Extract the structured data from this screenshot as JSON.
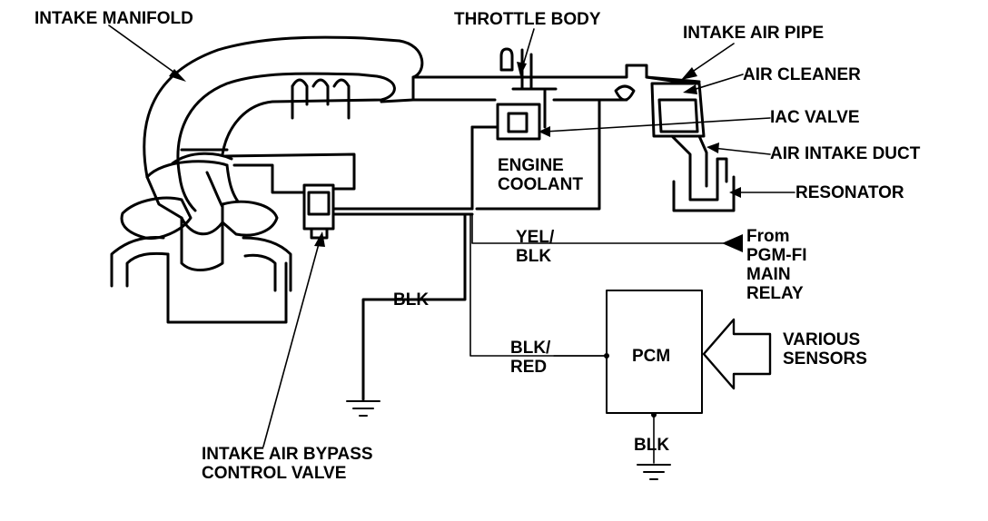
{
  "labels": {
    "intake_manifold": "INTAKE MANIFOLD",
    "throttle_body": "THROTTLE BODY",
    "intake_air_pipe": "INTAKE AIR PIPE",
    "air_cleaner": "AIR CLEANER",
    "iac_valve": "IAC VALVE",
    "air_intake_duct": "AIR INTAKE DUCT",
    "resonator": "RESONATOR",
    "engine_coolant": [
      "ENGINE",
      "COOLANT"
    ],
    "yel_blk": [
      "YEL/",
      "BLK"
    ],
    "from_relay": [
      "From",
      "PGM-FI",
      "MAIN",
      "RELAY"
    ],
    "blk_left": "BLK",
    "blk_red": [
      "BLK/",
      "RED"
    ],
    "pcm": "PCM",
    "various_sensors": [
      "VARIOUS",
      "SENSORS"
    ],
    "blk_bottom": "BLK",
    "bypass_valve": [
      "INTAKE AIR BYPASS",
      "CONTROL VALVE"
    ]
  }
}
